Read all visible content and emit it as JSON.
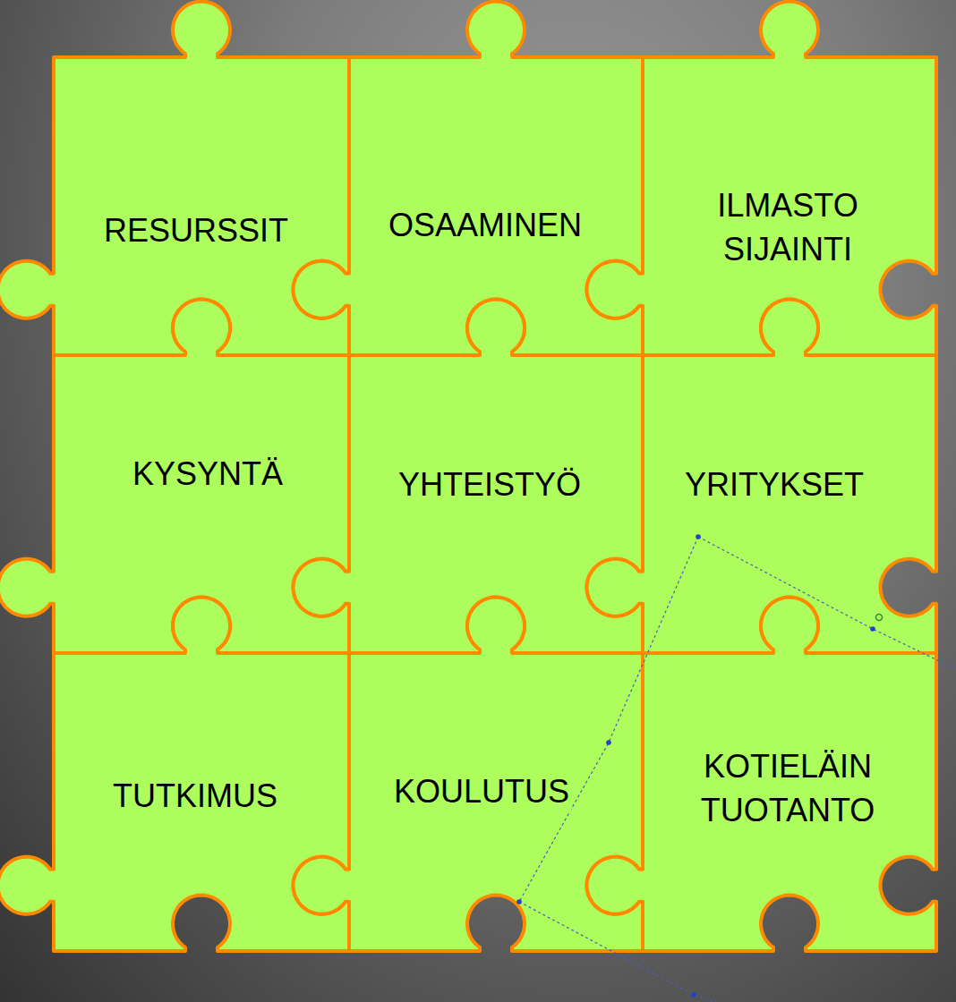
{
  "diagram": {
    "nodes": [
      {
        "text": [
          "RESURSSIT"
        ]
      },
      {
        "text": [
          "OSAAMINEN"
        ]
      },
      {
        "text": [
          "ILMASTO SIJAINTI"
        ]
      },
      {
        "text": [
          "KYSYNTÄ"
        ]
      },
      {
        "text": [
          "YHTEISTYÖ"
        ]
      },
      {
        "text": [
          "YRITYKSET"
        ]
      },
      {
        "text": [
          "TUTKIMUS"
        ]
      },
      {
        "text": [
          "KOULUTUS"
        ]
      },
      {
        "text": [
          "KOTIELÄIN TUOTANTO"
        ]
      }
    ]
  }
}
